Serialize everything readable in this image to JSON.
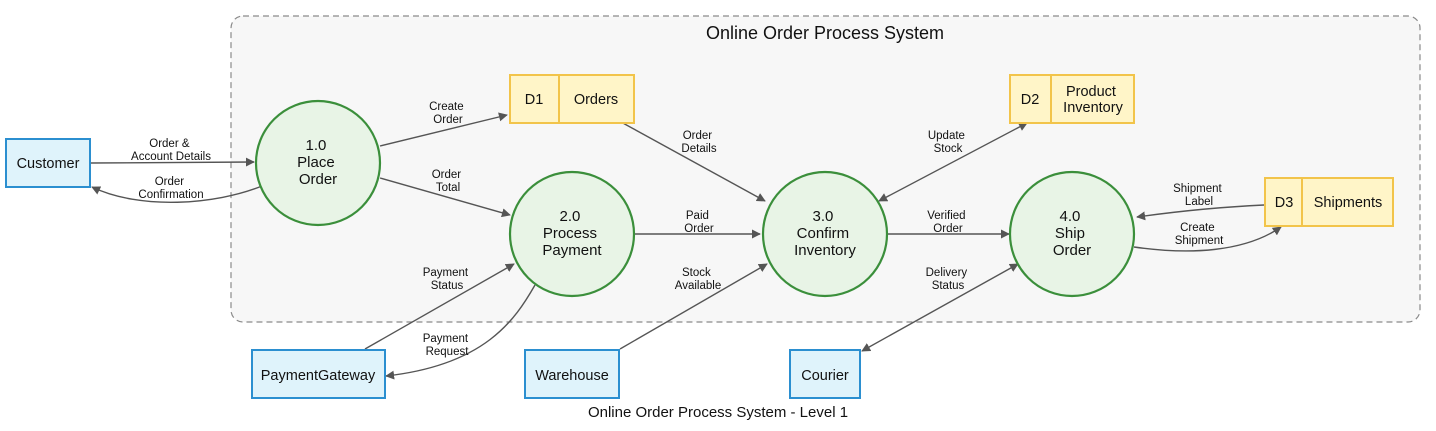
{
  "title": "Online Order Process System",
  "caption": "Online Order Process System - Level 1",
  "processes": {
    "p1": {
      "id": "1.0",
      "name": [
        "Place",
        "Order"
      ]
    },
    "p2": {
      "id": "2.0",
      "name": [
        "Process",
        "Payment"
      ]
    },
    "p3": {
      "id": "3.0",
      "name": [
        "Confirm",
        "Inventory"
      ]
    },
    "p4": {
      "id": "4.0",
      "name": [
        "Ship",
        "Order"
      ]
    }
  },
  "entities": {
    "customer": "Customer",
    "payment_gateway": "PaymentGateway",
    "warehouse": "Warehouse",
    "courier": "Courier"
  },
  "stores": {
    "d1": {
      "id": "D1",
      "name": [
        "Orders"
      ]
    },
    "d2": {
      "id": "D2",
      "name": [
        "Product",
        "Inventory"
      ]
    },
    "d3": {
      "id": "D3",
      "name": [
        "Shipments"
      ]
    }
  },
  "flows": {
    "order_account": [
      "Order &",
      "Account Details"
    ],
    "order_confirmation": [
      "Order",
      "Confirmation"
    ],
    "create_order": [
      "Create",
      "Order"
    ],
    "order_total": [
      "Order",
      "Total"
    ],
    "order_details": [
      "Order",
      "Details"
    ],
    "paid_order": [
      "Paid",
      "Order"
    ],
    "update_stock": [
      "Update",
      "Stock"
    ],
    "verified_order": [
      "Verified",
      "Order"
    ],
    "shipment_label": [
      "Shipment",
      "Label"
    ],
    "create_shipment": [
      "Create",
      "Shipment"
    ],
    "payment_status": [
      "Payment",
      "Status"
    ],
    "payment_request": [
      "Payment",
      "Request"
    ],
    "stock_available": [
      "Stock",
      "Available"
    ],
    "delivery_status": [
      "Delivery",
      "Status"
    ]
  },
  "colors": {
    "process_fill": "#e8f4e6",
    "process_stroke": "#3b8f3b",
    "entity_fill": "#dff3fb",
    "entity_stroke": "#2b8fd0",
    "store_fill": "#fff5c8",
    "store_stroke": "#f2c44a",
    "flow_stroke": "#555555"
  }
}
